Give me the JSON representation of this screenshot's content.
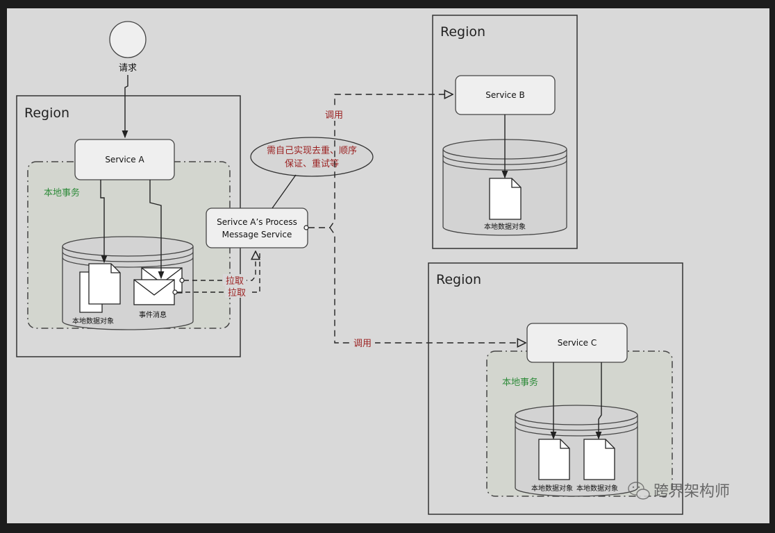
{
  "request": {
    "label": "请求"
  },
  "region_a": {
    "title": "Region",
    "service": "Service A",
    "transaction_label": "本地事务",
    "data_object_label": "本地数据对象",
    "event_message_label": "事件消息"
  },
  "process_service": {
    "line1": "Serivce A’s Process",
    "line2": "Message Service"
  },
  "note": {
    "line1": "需自己实现去重、顺序",
    "line2": "保证、重试等"
  },
  "pull_labels": [
    "拉取",
    "拉取"
  ],
  "call_labels": [
    "调用",
    "调用"
  ],
  "region_b": {
    "title": "Region",
    "service": "Service B",
    "data_object_label": "本地数据对象"
  },
  "region_c": {
    "title": "Region",
    "service": "Service C",
    "transaction_label": "本地事务",
    "data_object_label_1": "本地数据对象",
    "data_object_label_2": "本地数据对象"
  },
  "watermark": "跨界架构师",
  "colors": {
    "background": "#d9d9d9",
    "frame": "#1c1c1c",
    "transaction_fill": "#d3d6cf",
    "transaction_text": "#2e8b3a",
    "edge_label": "#9a1f1f",
    "line": "#222222"
  }
}
